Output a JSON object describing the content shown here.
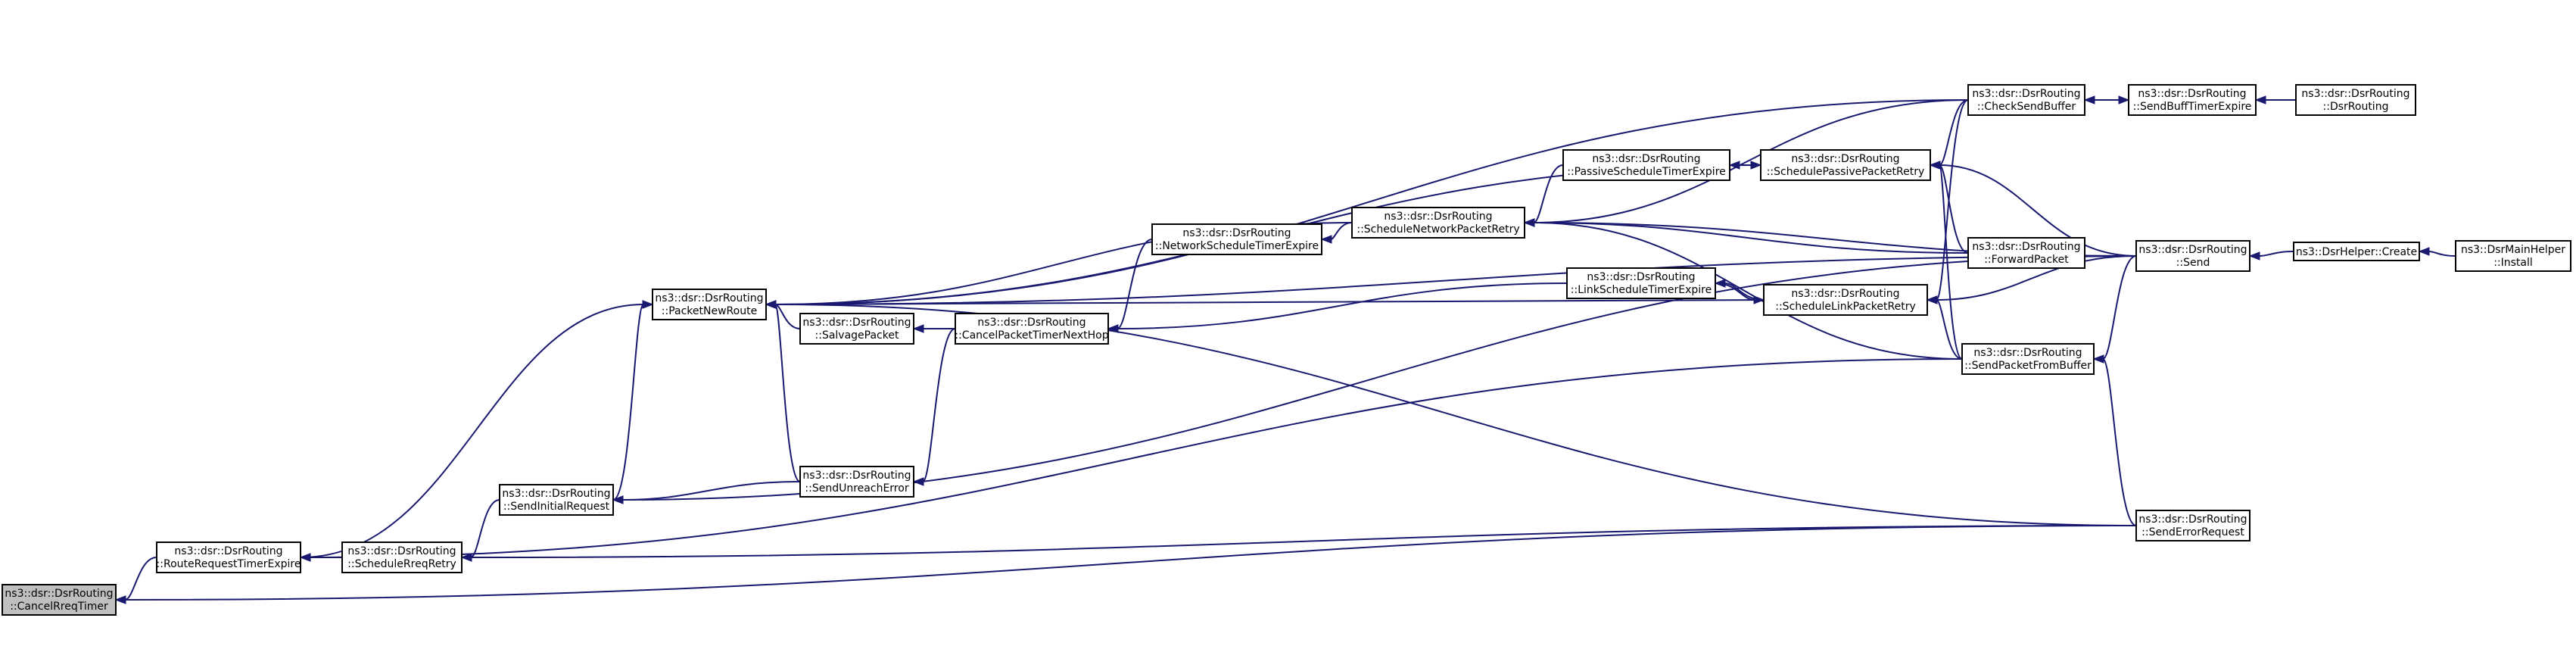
{
  "graph": {
    "nodes": [
      {
        "id": "cancel_rreq_timer",
        "line1": "ns3::dsr::DsrRouting",
        "line2": "::CancelRreqTimer",
        "highlighted": true
      },
      {
        "id": "route_request_timer_expire",
        "line1": "ns3::dsr::DsrRouting",
        "line2": "::RouteRequestTimerExpire"
      },
      {
        "id": "schedule_rreq_retry",
        "line1": "ns3::dsr::DsrRouting",
        "line2": "::ScheduleRreqRetry"
      },
      {
        "id": "send_initial_request",
        "line1": "ns3::dsr::DsrRouting",
        "line2": "::SendInitialRequest"
      },
      {
        "id": "packet_new_route",
        "line1": "ns3::dsr::DsrRouting",
        "line2": "::PacketNewRoute"
      },
      {
        "id": "salvage_packet",
        "line1": "ns3::dsr::DsrRouting",
        "line2": "::SalvagePacket"
      },
      {
        "id": "send_unreach_error",
        "line1": "ns3::dsr::DsrRouting",
        "line2": "::SendUnreachError"
      },
      {
        "id": "cancel_packet_timer_next_hop",
        "line1": "ns3::dsr::DsrRouting",
        "line2": "::CancelPacketTimerNextHop"
      },
      {
        "id": "network_schedule_timer_expire",
        "line1": "ns3::dsr::DsrRouting",
        "line2": "::NetworkScheduleTimerExpire"
      },
      {
        "id": "schedule_network_packet_retry",
        "line1": "ns3::dsr::DsrRouting",
        "line2": "::ScheduleNetworkPacketRetry"
      },
      {
        "id": "passive_schedule_timer_expire",
        "line1": "ns3::dsr::DsrRouting",
        "line2": "::PassiveScheduleTimerExpire"
      },
      {
        "id": "link_schedule_timer_expire",
        "line1": "ns3::dsr::DsrRouting",
        "line2": "::LinkScheduleTimerExpire"
      },
      {
        "id": "schedule_passive_packet_retry",
        "line1": "ns3::dsr::DsrRouting",
        "line2": "::SchedulePassivePacketRetry"
      },
      {
        "id": "schedule_link_packet_retry",
        "line1": "ns3::dsr::DsrRouting",
        "line2": "::ScheduleLinkPacketRetry"
      },
      {
        "id": "check_send_buffer",
        "line1": "ns3::dsr::DsrRouting",
        "line2": "::CheckSendBuffer"
      },
      {
        "id": "forward_packet",
        "line1": "ns3::dsr::DsrRouting",
        "line2": "::ForwardPacket"
      },
      {
        "id": "send_packet_from_buffer",
        "line1": "ns3::dsr::DsrRouting",
        "line2": "::SendPacketFromBuffer"
      },
      {
        "id": "send_error_request",
        "line1": "ns3::dsr::DsrRouting",
        "line2": "::SendErrorRequest"
      },
      {
        "id": "send_buff_timer_expire",
        "line1": "ns3::dsr::DsrRouting",
        "line2": "::SendBuffTimerExpire"
      },
      {
        "id": "send",
        "line1": "ns3::dsr::DsrRouting",
        "line2": "::Send"
      },
      {
        "id": "dsr_routing_ctor",
        "line1": "ns3::dsr::DsrRouting",
        "line2": "::DsrRouting"
      },
      {
        "id": "dsr_helper_create",
        "line1": "ns3::DsrHelper::Create",
        "line2": ""
      },
      {
        "id": "dsr_main_helper_install",
        "line1": "ns3::DsrMainHelper",
        "line2": "::Install"
      }
    ],
    "edges": [
      {
        "from": "route_request_timer_expire",
        "to": "cancel_rreq_timer"
      },
      {
        "from": "send_error_request",
        "to": "cancel_rreq_timer"
      },
      {
        "from": "schedule_rreq_retry",
        "to": "route_request_timer_expire"
      },
      {
        "from": "send_error_request",
        "to": "schedule_rreq_retry"
      },
      {
        "from": "send_initial_request",
        "to": "schedule_rreq_retry"
      },
      {
        "from": "send_unreach_error",
        "to": "send_initial_request"
      },
      {
        "from": "send",
        "to": "send_initial_request"
      },
      {
        "from": "route_request_timer_expire",
        "to": "packet_new_route"
      },
      {
        "from": "send_initial_request",
        "to": "packet_new_route"
      },
      {
        "from": "salvage_packet",
        "to": "packet_new_route"
      },
      {
        "from": "send_unreach_error",
        "to": "packet_new_route"
      },
      {
        "from": "schedule_network_packet_retry",
        "to": "packet_new_route"
      },
      {
        "from": "schedule_link_packet_retry",
        "to": "packet_new_route"
      },
      {
        "from": "schedule_passive_packet_retry",
        "to": "packet_new_route"
      },
      {
        "from": "check_send_buffer",
        "to": "packet_new_route"
      },
      {
        "from": "send",
        "to": "packet_new_route"
      },
      {
        "from": "send_error_request",
        "to": "packet_new_route"
      },
      {
        "from": "cancel_packet_timer_next_hop",
        "to": "salvage_packet"
      },
      {
        "from": "cancel_packet_timer_next_hop",
        "to": "send_unreach_error"
      },
      {
        "from": "network_schedule_timer_expire",
        "to": "cancel_packet_timer_next_hop"
      },
      {
        "from": "link_schedule_timer_expire",
        "to": "cancel_packet_timer_next_hop"
      },
      {
        "from": "schedule_network_packet_retry",
        "to": "network_schedule_timer_expire"
      },
      {
        "from": "passive_schedule_timer_expire",
        "to": "schedule_network_packet_retry"
      },
      {
        "from": "check_send_buffer",
        "to": "schedule_network_packet_retry"
      },
      {
        "from": "send",
        "to": "schedule_network_packet_retry"
      },
      {
        "from": "forward_packet",
        "to": "schedule_network_packet_retry"
      },
      {
        "from": "send_packet_from_buffer",
        "to": "schedule_network_packet_retry"
      },
      {
        "from": "schedule_passive_packet_retry",
        "to": "passive_schedule_timer_expire"
      },
      {
        "from": "passive_schedule_timer_expire",
        "to": "schedule_passive_packet_retry"
      },
      {
        "from": "schedule_link_packet_retry",
        "to": "link_schedule_timer_expire"
      },
      {
        "from": "link_schedule_timer_expire",
        "to": "schedule_link_packet_retry"
      },
      {
        "from": "check_send_buffer",
        "to": "schedule_passive_packet_retry"
      },
      {
        "from": "send",
        "to": "schedule_passive_packet_retry"
      },
      {
        "from": "forward_packet",
        "to": "schedule_passive_packet_retry"
      },
      {
        "from": "send_packet_from_buffer",
        "to": "schedule_passive_packet_retry"
      },
      {
        "from": "check_send_buffer",
        "to": "schedule_link_packet_retry"
      },
      {
        "from": "send",
        "to": "schedule_link_packet_retry"
      },
      {
        "from": "send_packet_from_buffer",
        "to": "schedule_link_packet_retry"
      },
      {
        "from": "send_error_request",
        "to": "send_packet_from_buffer"
      },
      {
        "from": "send",
        "to": "send_packet_from_buffer"
      },
      {
        "from": "send_buff_timer_expire",
        "to": "check_send_buffer"
      },
      {
        "from": "check_send_buffer",
        "to": "send_buff_timer_expire"
      },
      {
        "from": "dsr_routing_ctor",
        "to": "send_buff_timer_expire"
      },
      {
        "from": "dsr_helper_create",
        "to": "send"
      },
      {
        "from": "dsr_main_helper_install",
        "to": "dsr_helper_create"
      },
      {
        "from": "send_packet_from_buffer",
        "to": "route_request_timer_expire"
      }
    ]
  },
  "colors": {
    "edge": "#191970",
    "node_fill": "#ffffff",
    "node_highlight_fill": "#bfbfbf",
    "node_border": "#000000",
    "text": "#000000"
  }
}
